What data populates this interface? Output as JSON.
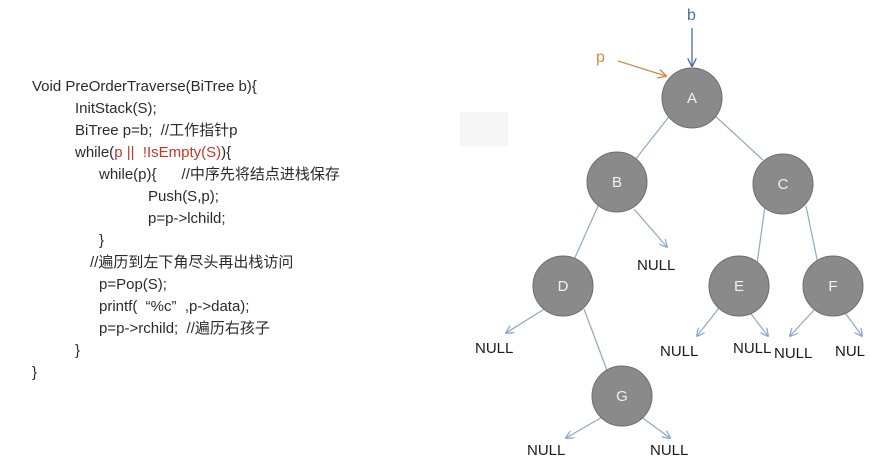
{
  "code": {
    "line1": "Void PreOrderTraverse(BiTree b){",
    "line2": "InitStack(S);",
    "line3": "BiTree p=b;  //工作指针p",
    "line4_before": "while(",
    "line4_highlight": "p ||  !IsEmpty(S)",
    "line4_after": "){",
    "line5": "while(p){      //中序先将结点进栈保存",
    "line6": "Push(S,p);",
    "line7": "p=p->lchild;",
    "line8": "}",
    "line9": "//遍历到左下角尽头再出栈访问",
    "line10": "p=Pop(S);",
    "line11": "printf(  “%c”  ,p->data);",
    "line12": "p=p->rchild;  //遍历右孩子",
    "line13": "}",
    "line14": "}"
  },
  "tree": {
    "root_pointer": "b",
    "work_pointer": "p",
    "nodes": {
      "A": "A",
      "B": "B",
      "C": "C",
      "D": "D",
      "E": "E",
      "F": "F",
      "G": "G"
    },
    "null_label": "NULL",
    "null_label_cut": "NUL",
    "colors": {
      "node_fill": "#8a8a8a",
      "node_stroke": "#6e6e6e",
      "edge": "#8fa8c8",
      "b_pointer": "#4a6fa5",
      "p_pointer": "#d08a4a",
      "highlight": "#c0392b"
    }
  }
}
